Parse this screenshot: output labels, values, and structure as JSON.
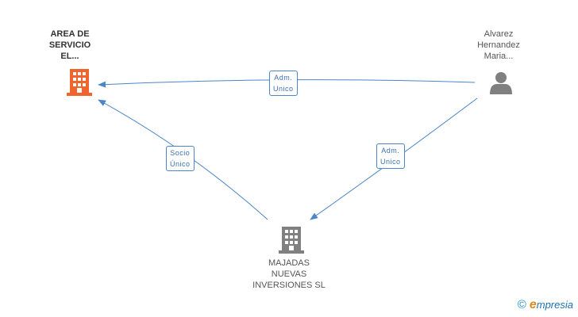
{
  "nodes": {
    "area": {
      "lines": [
        "AREA DE",
        "SERVICIO",
        "EL..."
      ],
      "color": "#f0642e"
    },
    "alvarez": {
      "lines": [
        "Alvarez",
        "Hernandez",
        "Maria..."
      ],
      "color": "#808080"
    },
    "majadas": {
      "lines": [
        "MAJADAS",
        "NUEVAS",
        "INVERSIONES SL"
      ],
      "color": "#808080"
    }
  },
  "edges": {
    "top": {
      "lines": [
        "Adm.",
        "Unico"
      ]
    },
    "left": {
      "lines": [
        "Socio",
        "Único"
      ]
    },
    "right": {
      "lines": [
        "Adm.",
        "Unico"
      ]
    }
  },
  "colors": {
    "edge": "#4a86c8"
  },
  "brand": {
    "symbol": "©",
    "e": "e",
    "rest": "mpresia"
  }
}
